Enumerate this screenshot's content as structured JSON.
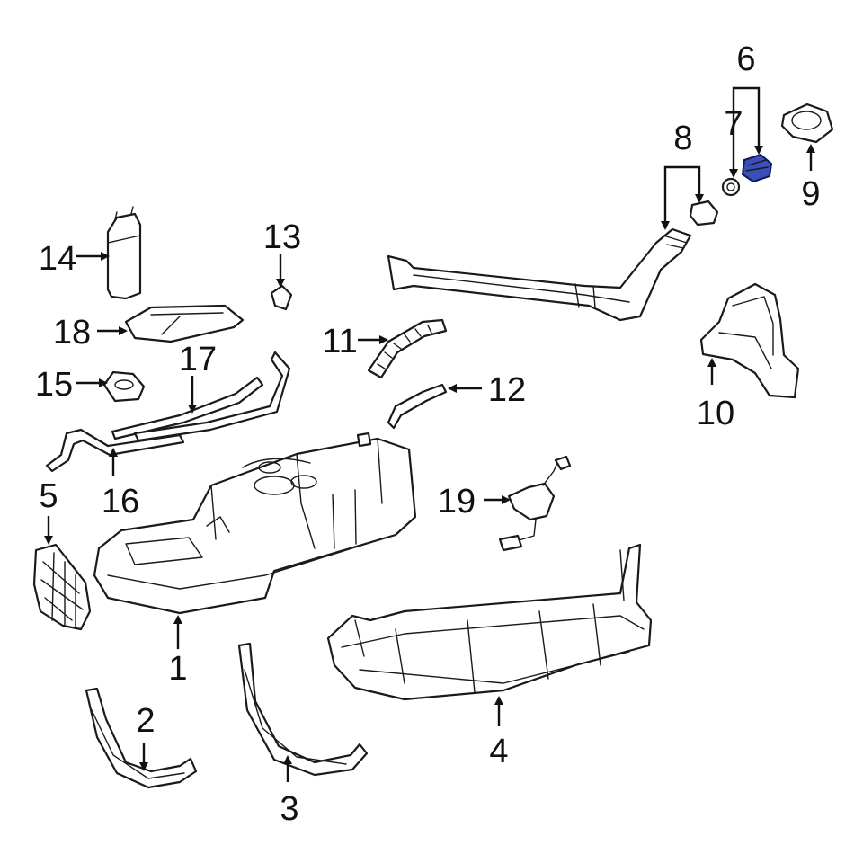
{
  "diagram": {
    "highlight_color": "#3b4fb8",
    "highlighted_part": "6",
    "callouts": {
      "c1": "1",
      "c2": "2",
      "c3": "3",
      "c4": "4",
      "c5": "5",
      "c6": "6",
      "c7": "7",
      "c8": "8",
      "c9": "9",
      "c10": "10",
      "c11": "11",
      "c12": "12",
      "c13": "13",
      "c14": "14",
      "c15": "15",
      "c16": "16",
      "c17": "17",
      "c18": "18",
      "c19": "19"
    }
  }
}
